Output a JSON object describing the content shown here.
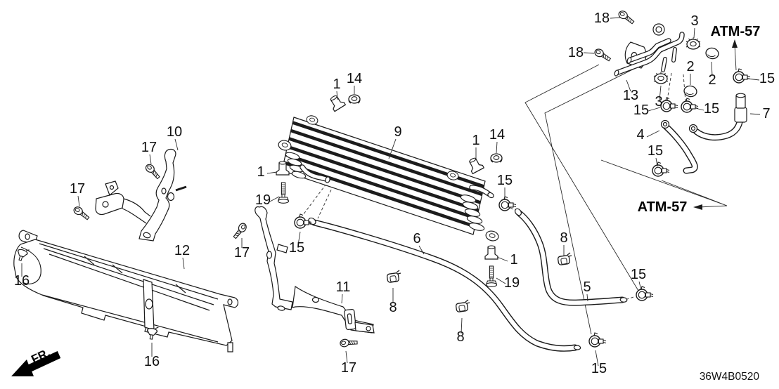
{
  "diagram": {
    "code": "36W4B0520",
    "front_marker": "FR.",
    "section_refs": [
      {
        "text": "ATM-57"
      },
      {
        "text": "ATM-57"
      }
    ],
    "callouts": [
      {
        "part": "18"
      },
      {
        "part": "18"
      },
      {
        "part": "3"
      },
      {
        "part": "3"
      },
      {
        "part": "2"
      },
      {
        "part": "2"
      },
      {
        "part": "13"
      },
      {
        "part": "15"
      },
      {
        "part": "15"
      },
      {
        "part": "15"
      },
      {
        "part": "15"
      },
      {
        "part": "15"
      },
      {
        "part": "15"
      },
      {
        "part": "15"
      },
      {
        "part": "15"
      },
      {
        "part": "7"
      },
      {
        "part": "4"
      },
      {
        "part": "9"
      },
      {
        "part": "1"
      },
      {
        "part": "1"
      },
      {
        "part": "1"
      },
      {
        "part": "1"
      },
      {
        "part": "14"
      },
      {
        "part": "14"
      },
      {
        "part": "10"
      },
      {
        "part": "17"
      },
      {
        "part": "17"
      },
      {
        "part": "17"
      },
      {
        "part": "17"
      },
      {
        "part": "19"
      },
      {
        "part": "19"
      },
      {
        "part": "16"
      },
      {
        "part": "16"
      },
      {
        "part": "12"
      },
      {
        "part": "11"
      },
      {
        "part": "6"
      },
      {
        "part": "5"
      },
      {
        "part": "8"
      },
      {
        "part": "8"
      },
      {
        "part": "8"
      }
    ]
  }
}
